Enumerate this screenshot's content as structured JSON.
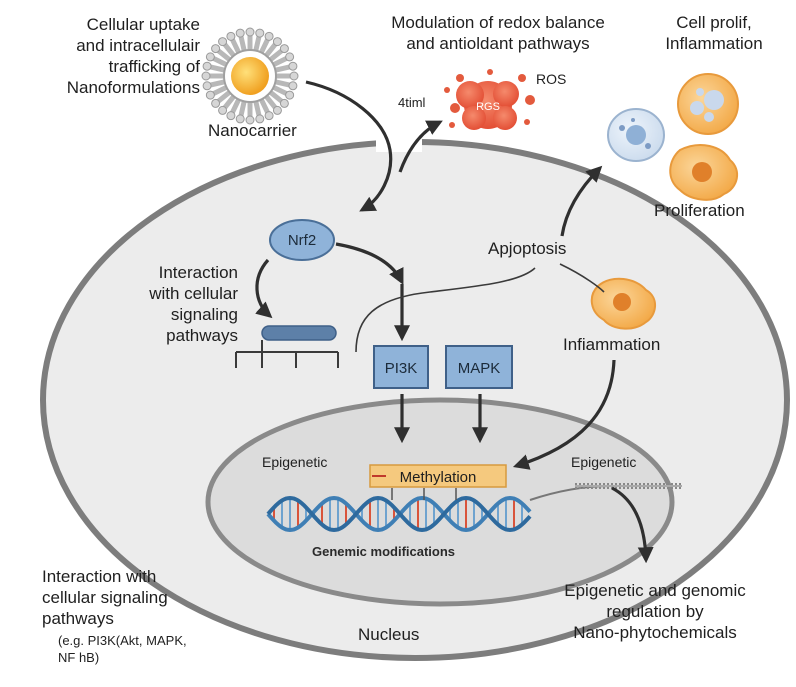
{
  "labels": {
    "cellular_uptake": [
      "Cellular uptake",
      "and intracellulair",
      "trafficking of",
      "Nanoformulations"
    ],
    "nanocarrier": "Nanocarrier",
    "modulation": [
      "Modulation of redox balance",
      "and antioldant pathways"
    ],
    "ros": "ROS",
    "rgs": "RGS",
    "time": "4timl",
    "cell_prolif": [
      "Cell prolif,",
      "Inflammation"
    ],
    "proliferation": "Proliferation",
    "nrf2": "Nrf2",
    "interaction_inner": [
      "Interaction",
      "with cellular",
      "signaling",
      "pathways"
    ],
    "apoptosis": "Apjoptosis",
    "inflammation_inner": "Infiammation",
    "pi3k": "PI3K",
    "mapk": "MAPK",
    "epigenetic_left": "Epigenetic",
    "epigenetic_right": "Epigenetic",
    "methylation": "Methylation",
    "genomic_mod": "Genemic modifications",
    "interaction_bottom": [
      "Interaction with",
      "cellular signaling",
      "pathways"
    ],
    "interaction_bottom_eg": [
      "(e.g. PI3K(Akt, MAPK,",
      "NF hB)"
    ],
    "nucleus": "Nucleus",
    "epi_genomic": [
      "Epigenetic and genomic",
      "regulation by",
      "Nano-phytochemicals"
    ]
  },
  "colors": {
    "cell_membrane": "#7d7d7d",
    "cell_fill": "#ececec",
    "protein_blue": "#8fb3d9",
    "protein_blue_dark": "#4a6f98",
    "ros_red": "#e2553c",
    "orange_cell": "#f2a03d",
    "methylation_band": "#f5c97e",
    "dna_blue": "#3f7fb5",
    "dna_red": "#d9543b"
  }
}
